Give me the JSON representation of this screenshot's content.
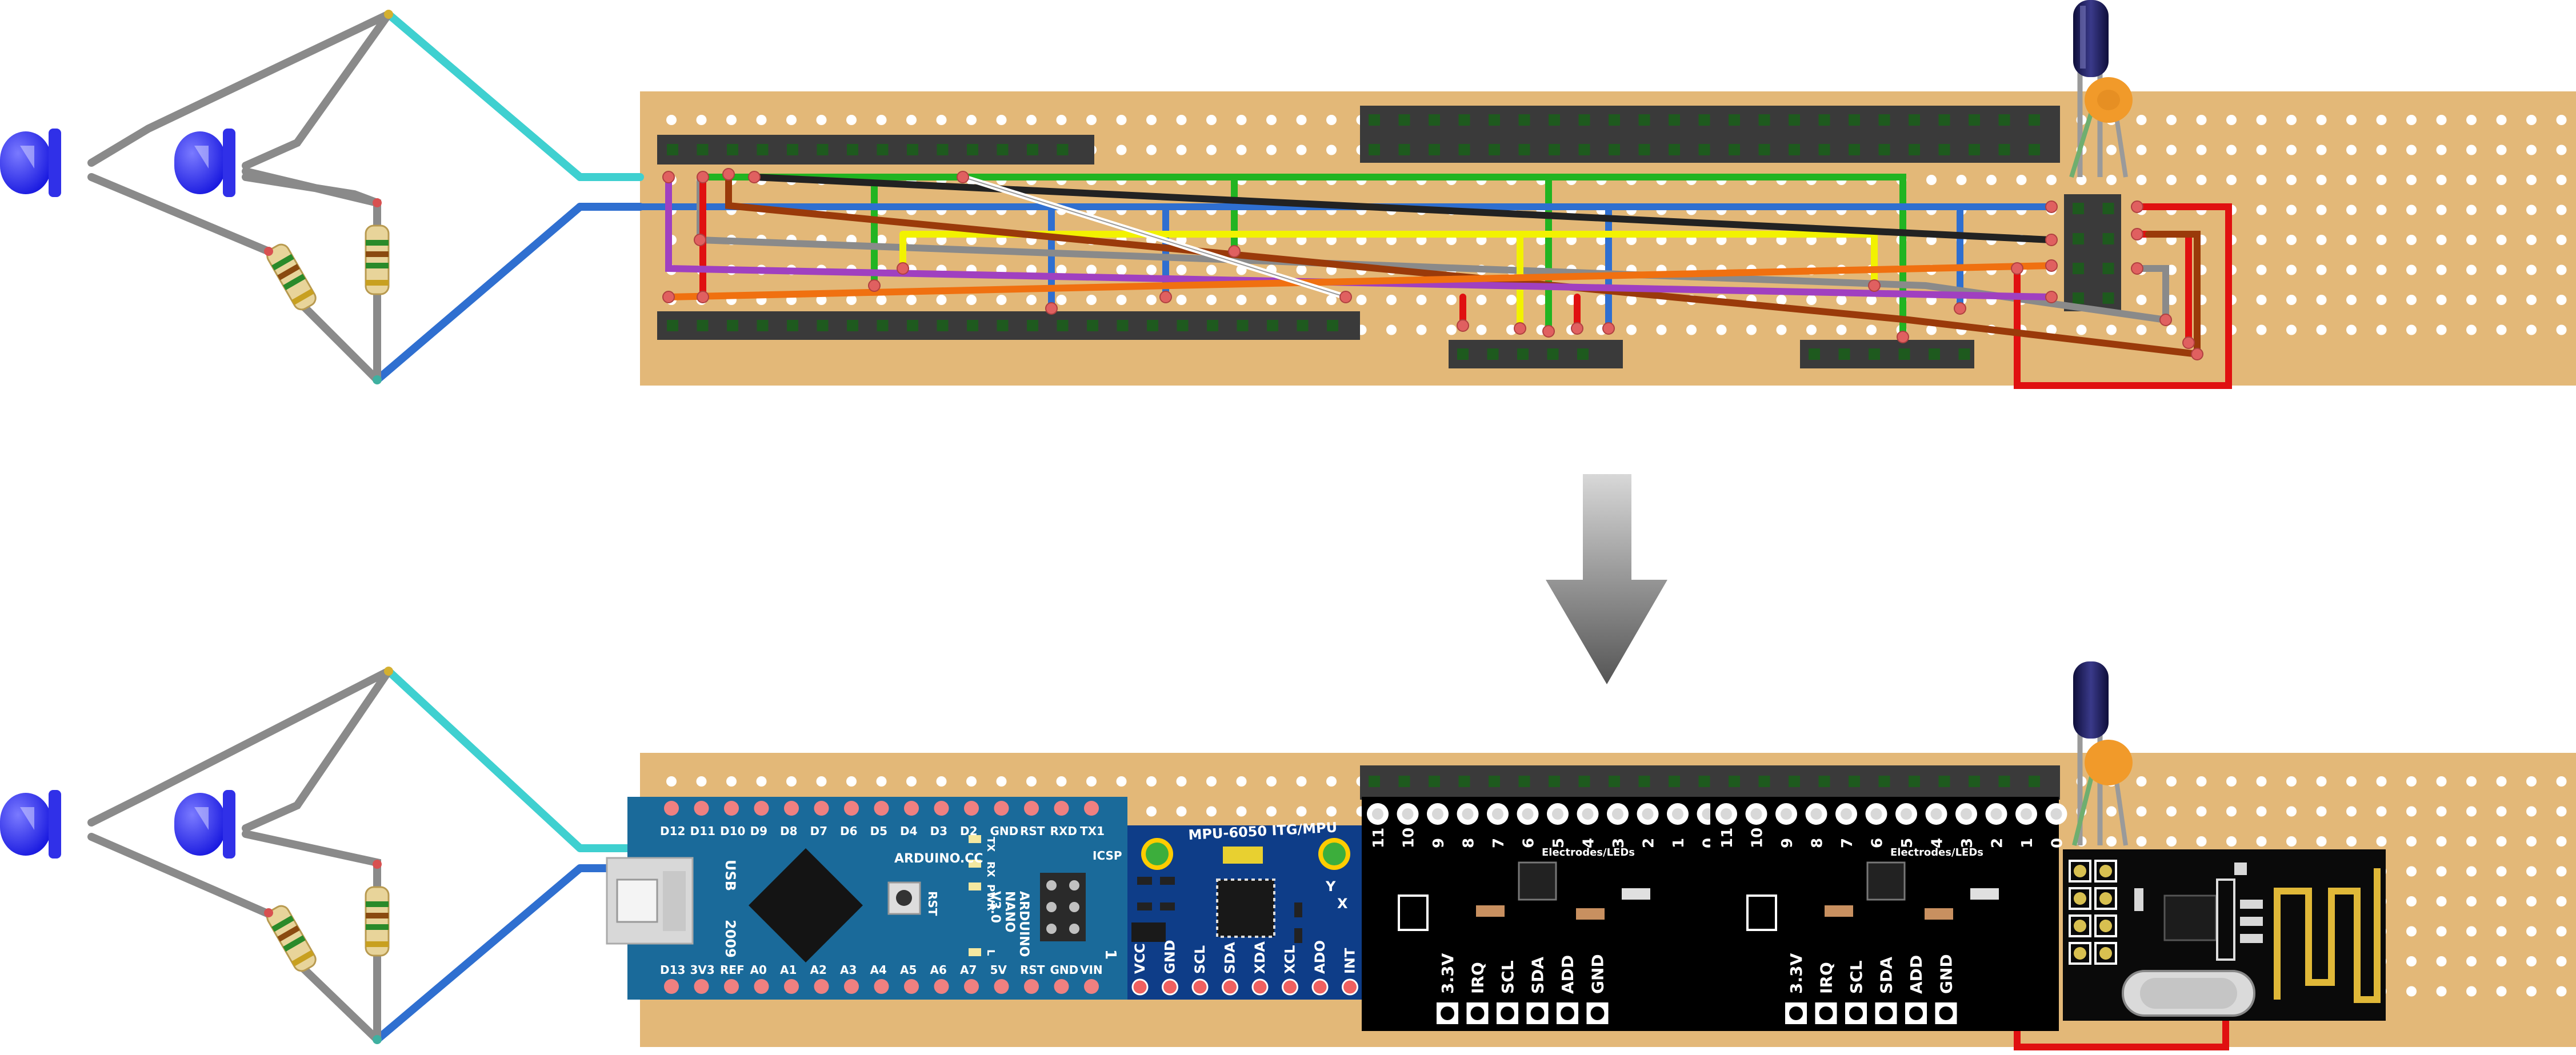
{
  "arduino": {
    "top_pins": [
      "D12",
      "D11",
      "D10",
      "D9",
      "D8",
      "D7",
      "D6",
      "D5",
      "D4",
      "D3",
      "D2",
      "GND",
      "RST",
      "RXD",
      "TX1"
    ],
    "bottom_pins": [
      "D13",
      "3V3",
      "REF",
      "A0",
      "A1",
      "A2",
      "A3",
      "A4",
      "A5",
      "A6",
      "A7",
      "5V",
      "RST",
      "GND",
      "VIN"
    ],
    "usb_label": "USB",
    "rst_label": "RST",
    "brand": "ARDUINO.CC",
    "model_line1": "ARDUINO",
    "model_line2": "NANO",
    "model_line3": "V3.0",
    "year": "2009",
    "icsp": "ICSP",
    "led_tx": "TX",
    "led_rx": "RX",
    "led_pwr": "PWR",
    "led_l": "L",
    "pin1": "1"
  },
  "mpu": {
    "title": "MPU-6050 ITG/MPU",
    "pins": [
      "VCC",
      "GND",
      "SCL",
      "SDA",
      "XDA",
      "XCL",
      "ADO",
      "INT"
    ],
    "axis_y": "Y",
    "axis_x": "X"
  },
  "electrode_board": {
    "title": "Electrodes/LEDs",
    "numbers": [
      "11",
      "10",
      "9",
      "8",
      "7",
      "6",
      "5",
      "4",
      "3",
      "2",
      "1",
      "0"
    ],
    "pins": [
      "3.3V",
      "IRQ",
      "SCL",
      "SDA",
      "ADD",
      "GND"
    ]
  },
  "colors": {
    "board": "#e3b878",
    "hole": "#ffffff",
    "header": "#3c3c3c",
    "led": "#2a2aee",
    "arduino": "#1a6a9a",
    "mpu": "#0e3d88",
    "electrode": "#000000",
    "wire_cyan": "#3fd0d0",
    "wire_blue": "#2f6fd0",
    "wire_gray": "#8a8a8a",
    "wire_red": "#e01010",
    "wire_green": "#22b422",
    "wire_yellow": "#f2f200",
    "wire_orange": "#f07010",
    "wire_purple": "#a040c0",
    "wire_brown": "#9a3a0a",
    "wire_black": "#222222",
    "wire_white": "#ffffff"
  },
  "icons": [
    "led-icon",
    "resistor-icon",
    "capacitor-icon",
    "arrow-down-icon",
    "usb-connector-icon",
    "chip-icon",
    "antenna-icon",
    "crystal-icon"
  ]
}
